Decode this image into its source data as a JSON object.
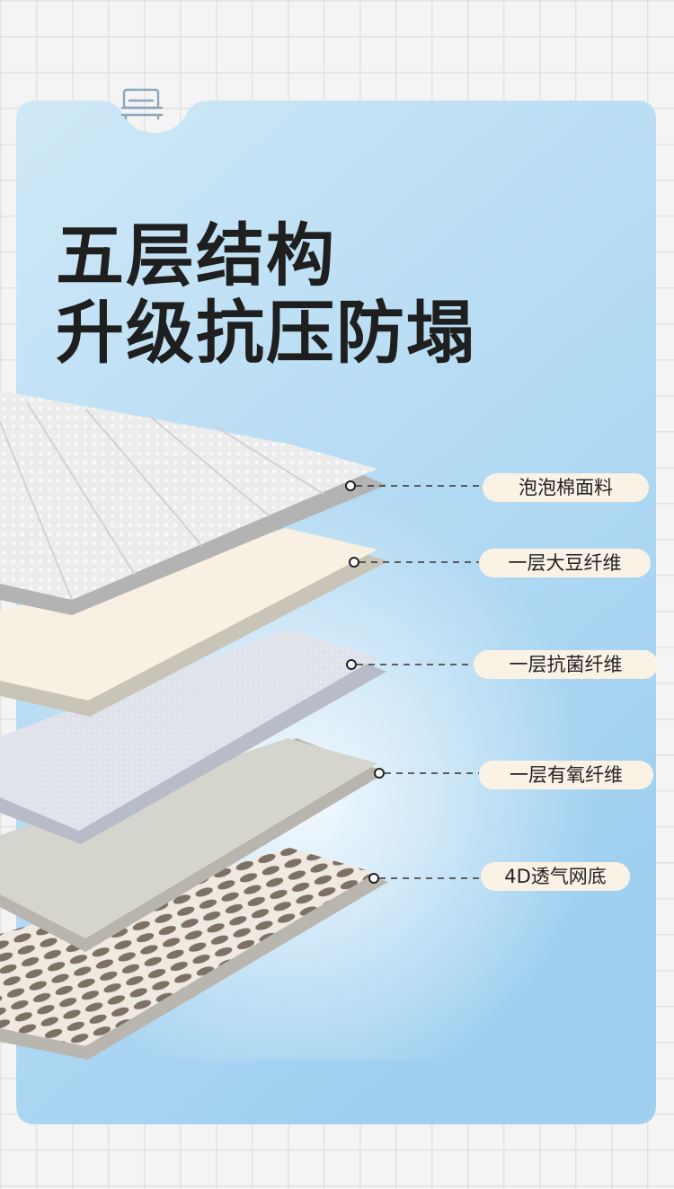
{
  "header": {
    "icon": "bed-icon",
    "title_line1": "五层结构",
    "title_line2": "升级抗压防塌"
  },
  "layers": [
    {
      "label": "泡泡棉面料",
      "color": "#e4e4e4"
    },
    {
      "label": "一层大豆纤维",
      "color": "#f7efe2"
    },
    {
      "label": "一层抗菌纤维",
      "color": "#d9dce6"
    },
    {
      "label": "一层有氧纤维",
      "color": "#d3d3cc"
    },
    {
      "label": "4D透气网底",
      "color": "#8e8276"
    }
  ],
  "colors": {
    "card_top": "#cfe7f6",
    "card_bottom": "#a3d2f0",
    "label_bg": "#fbf2e6",
    "title": "#1f1f1f"
  }
}
